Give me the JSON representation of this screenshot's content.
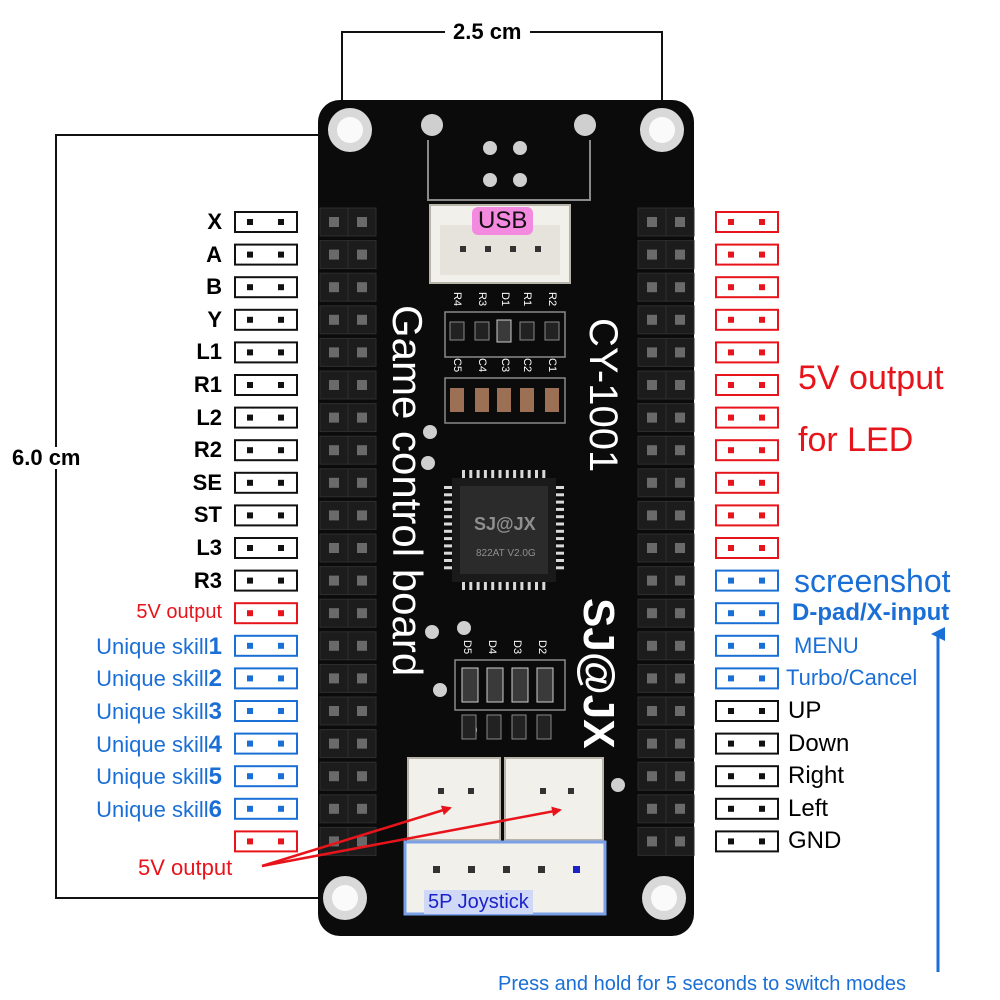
{
  "dimensions": {
    "width_label": "2.5 cm",
    "height_label": "6.0 cm"
  },
  "board": {
    "model": "CY-1001",
    "name": "Game control board",
    "brand": "SJ@JX",
    "chip_brand": "SJ@JX",
    "chip_model": "822AT V2.0G",
    "usb_label": "USB",
    "joystick_label": "5P Joystick",
    "resistors": [
      "R4",
      "R3",
      "D1",
      "R1",
      "R2"
    ],
    "capacitors": [
      "C5",
      "C4",
      "C3",
      "C2",
      "C1"
    ],
    "diodes": [
      "D5",
      "D4",
      "D3",
      "D2"
    ]
  },
  "left_pins": [
    {
      "label": "X",
      "style": "black"
    },
    {
      "label": "A",
      "style": "black"
    },
    {
      "label": "B",
      "style": "black"
    },
    {
      "label": "Y",
      "style": "black"
    },
    {
      "label": "L1",
      "style": "black"
    },
    {
      "label": "R1",
      "style": "black"
    },
    {
      "label": "L2",
      "style": "black"
    },
    {
      "label": "R2",
      "style": "black"
    },
    {
      "label": "SE",
      "style": "black"
    },
    {
      "label": "ST",
      "style": "black"
    },
    {
      "label": "L3",
      "style": "black"
    },
    {
      "label": "R3",
      "style": "black"
    },
    {
      "label": "5V output",
      "style": "red"
    },
    {
      "label": "Unique skill",
      "num": "1",
      "style": "blue"
    },
    {
      "label": "Unique skill",
      "num": "2",
      "style": "blue"
    },
    {
      "label": "Unique skill",
      "num": "3",
      "style": "blue"
    },
    {
      "label": "Unique skill",
      "num": "4",
      "style": "blue"
    },
    {
      "label": "Unique skill",
      "num": "5",
      "style": "blue"
    },
    {
      "label": "Unique skill",
      "num": "6",
      "style": "blue"
    },
    {
      "label": "",
      "style": "red"
    }
  ],
  "right_pins": [
    {
      "label": "",
      "style": "red"
    },
    {
      "label": "",
      "style": "red"
    },
    {
      "label": "",
      "style": "red"
    },
    {
      "label": "",
      "style": "red"
    },
    {
      "label": "",
      "style": "red"
    },
    {
      "label": "",
      "style": "red"
    },
    {
      "label": "",
      "style": "red"
    },
    {
      "label": "",
      "style": "red"
    },
    {
      "label": "",
      "style": "red"
    },
    {
      "label": "",
      "style": "red"
    },
    {
      "label": "",
      "style": "red"
    },
    {
      "label": "screenshot",
      "style": "blue",
      "size": "large"
    },
    {
      "label": "D-pad/X-input",
      "style": "blue",
      "size": "bold"
    },
    {
      "label": "MENU",
      "style": "blue",
      "size": "normal"
    },
    {
      "label": "Turbo/Cancel",
      "style": "blue",
      "size": "normal"
    },
    {
      "label": "UP",
      "style": "black",
      "size": "normal"
    },
    {
      "label": "Down",
      "style": "black",
      "size": "normal"
    },
    {
      "label": "Right",
      "style": "black",
      "size": "normal"
    },
    {
      "label": "Left",
      "style": "black",
      "size": "normal"
    },
    {
      "label": "GND",
      "style": "black",
      "size": "normal"
    }
  ],
  "annotations": {
    "led_line1": "5V output",
    "led_line2": "for LED",
    "bottom_5v": "5V output",
    "mode_note": "Press and hold for 5 seconds to switch modes"
  },
  "colors": {
    "black_pin": "#111111",
    "red_pin": "#e8141b",
    "blue_pin": "#1a6fd6",
    "board": "#0b0b0b",
    "arrow_red": "#e8141b",
    "arrow_blue": "#1a6fd6"
  }
}
